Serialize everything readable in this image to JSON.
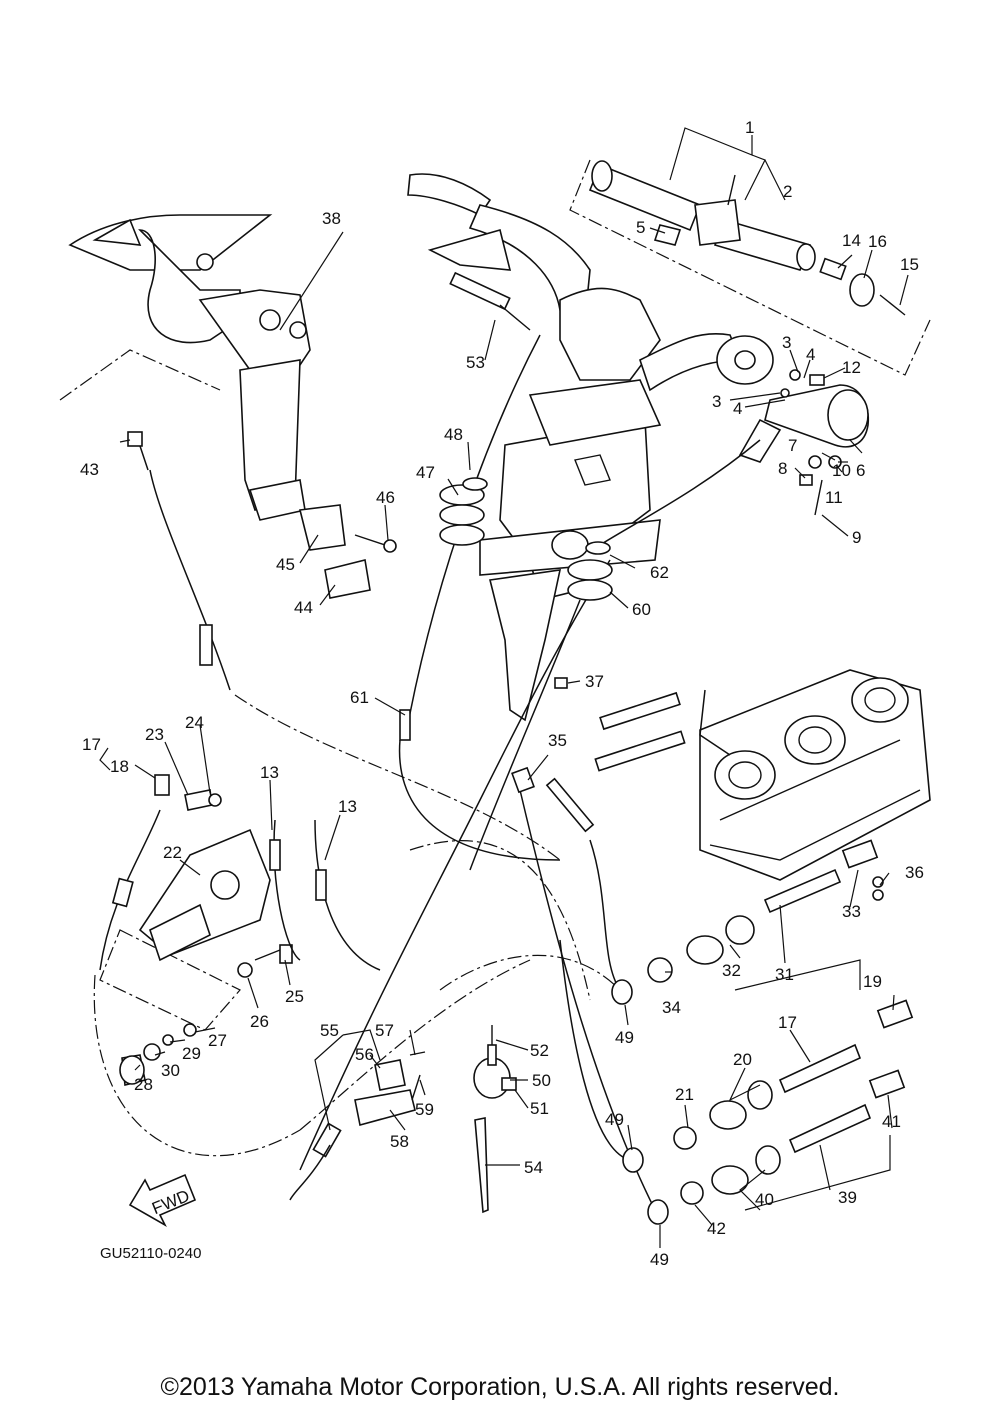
{
  "diagram": {
    "code": "GU52110-0240",
    "fwd_label": "FWD",
    "callouts": [
      "1",
      "2",
      "3",
      "3",
      "4",
      "4",
      "5",
      "6",
      "7",
      "8",
      "9",
      "10",
      "11",
      "12",
      "13",
      "13",
      "14",
      "15",
      "16",
      "17",
      "17",
      "18",
      "19",
      "20",
      "21",
      "22",
      "23",
      "24",
      "25",
      "26",
      "27",
      "28",
      "29",
      "30",
      "31",
      "32",
      "33",
      "34",
      "35",
      "36",
      "37",
      "38",
      "39",
      "40",
      "41",
      "42",
      "43",
      "44",
      "45",
      "46",
      "47",
      "48",
      "49",
      "49",
      "49",
      "50",
      "51",
      "52",
      "53",
      "54",
      "55",
      "56",
      "57",
      "58",
      "59",
      "60",
      "61",
      "62"
    ]
  },
  "footer": {
    "copyright": "©2013 Yamaha Motor Corporation, U.S.A. All rights reserved."
  }
}
